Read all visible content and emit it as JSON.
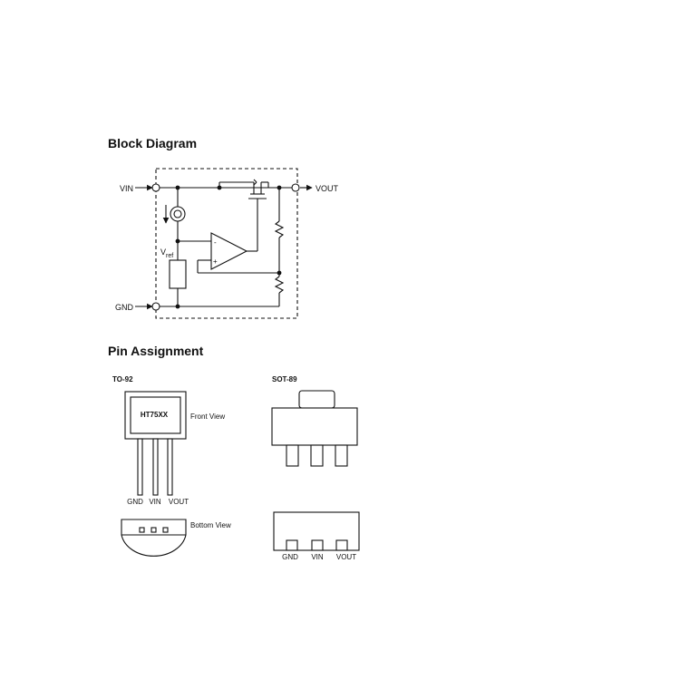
{
  "headings": {
    "block_diagram": "Block Diagram",
    "pin_assignment": "Pin Assignment"
  },
  "block_diagram": {
    "vin_label": "VIN",
    "vout_label": "VOUT",
    "gnd_label": "GND",
    "vref_label": "V",
    "vref_sub": "ref",
    "opamp_minus": "-",
    "opamp_plus": "+"
  },
  "pin_assignment": {
    "to92": {
      "package_label": "TO-92",
      "chip_marking": "HT75XX",
      "front_view_label": "Front View",
      "bottom_view_label": "Bottom View",
      "pins": [
        "GND",
        "VIN",
        "VOUT"
      ]
    },
    "sot89": {
      "package_label": "SOT-89",
      "pins": [
        "GND",
        "VIN",
        "VOUT"
      ]
    }
  }
}
